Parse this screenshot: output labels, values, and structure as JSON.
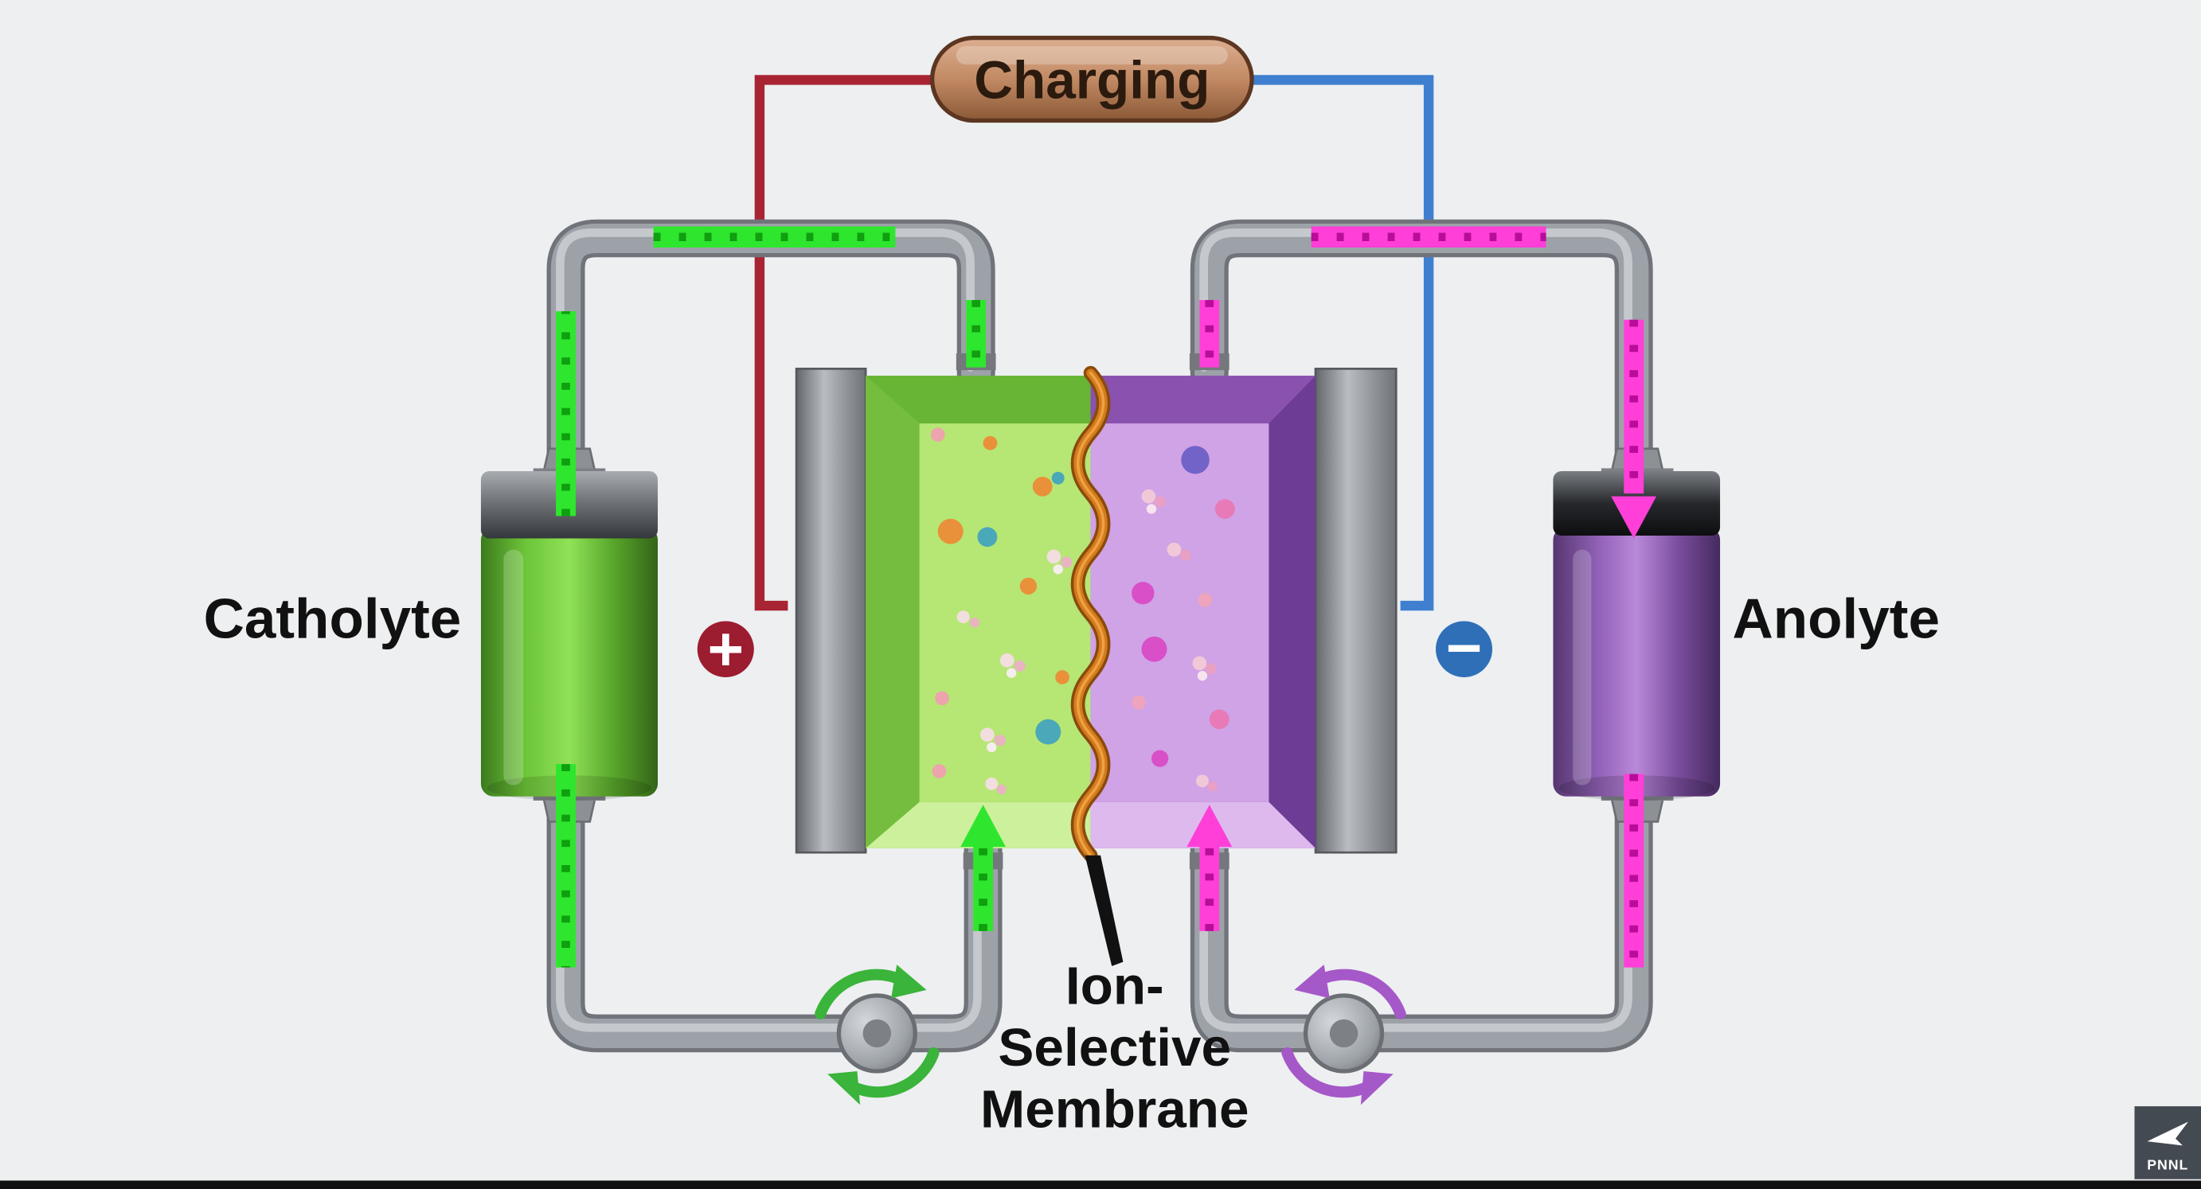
{
  "diagram": {
    "title": "Charging",
    "catholyte_label": "Catholyte",
    "anolyte_label": "Anolyte",
    "positive_sign": "+",
    "negative_sign": "−",
    "membrane_label": {
      "line1": "Ion-",
      "line2": "Selective",
      "line3": "Membrane"
    }
  },
  "branding": {
    "logo_text": "PNNL"
  },
  "colors": {
    "background": "#edeff1",
    "wire_red": "#a82433",
    "wire_blue": "#3f7fd0",
    "flow_green": "#2ee62e",
    "flow_magenta": "#ff3fd8",
    "pump_arrow_green": "#3ab43a",
    "pump_arrow_purple": "#a558c8",
    "membrane_orange": "#d27c1e",
    "positive_red": "#9c1c30",
    "negative_blue": "#2e6fb8",
    "catholyte_green": "#6cc438",
    "anolyte_purple": "#9766bd",
    "pipe_gray": "#9da2a8",
    "charging_tan": "#c28a64"
  }
}
